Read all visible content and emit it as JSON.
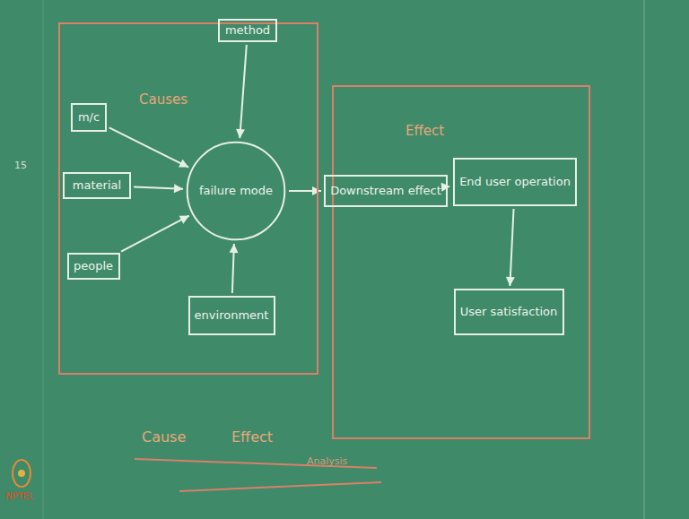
{
  "diagram": {
    "nodes": [
      {
        "text": [
          "Causes"
        ]
      },
      {
        "text": [
          "method"
        ],
        "in": 0
      },
      {
        "text": [
          "m/c"
        ],
        "in": 0
      },
      {
        "text": [
          "material"
        ],
        "in": 0
      },
      {
        "text": [
          "people"
        ],
        "in": 0
      },
      {
        "text": [
          "failure mode"
        ],
        "in": 0
      },
      {
        "text": [
          "environment"
        ],
        "in": 0
      },
      {
        "text": [
          "Effect"
        ]
      },
      {
        "text": [
          "Downstream effect"
        ],
        "in": 7
      },
      {
        "text": [
          "End user operation"
        ],
        "in": 7
      },
      {
        "text": [
          "User satisfaction"
        ],
        "in": 7
      }
    ],
    "edges": [
      {
        "from": 1,
        "to": 5,
        "arrow": "to"
      },
      {
        "from": 2,
        "to": 5,
        "arrow": "to"
      },
      {
        "from": 3,
        "to": 5,
        "arrow": "to"
      },
      {
        "from": 4,
        "to": 5,
        "arrow": "to"
      },
      {
        "from": 6,
        "to": 5,
        "arrow": "to"
      },
      {
        "from": 5,
        "to": 8,
        "arrow": "to"
      },
      {
        "from": 8,
        "to": 9,
        "arrow": "to"
      },
      {
        "from": 9,
        "to": 10,
        "arrow": "to"
      }
    ],
    "labels": [
      "15",
      "Cause",
      "Effect",
      "Analysis",
      "NPTEL"
    ]
  }
}
